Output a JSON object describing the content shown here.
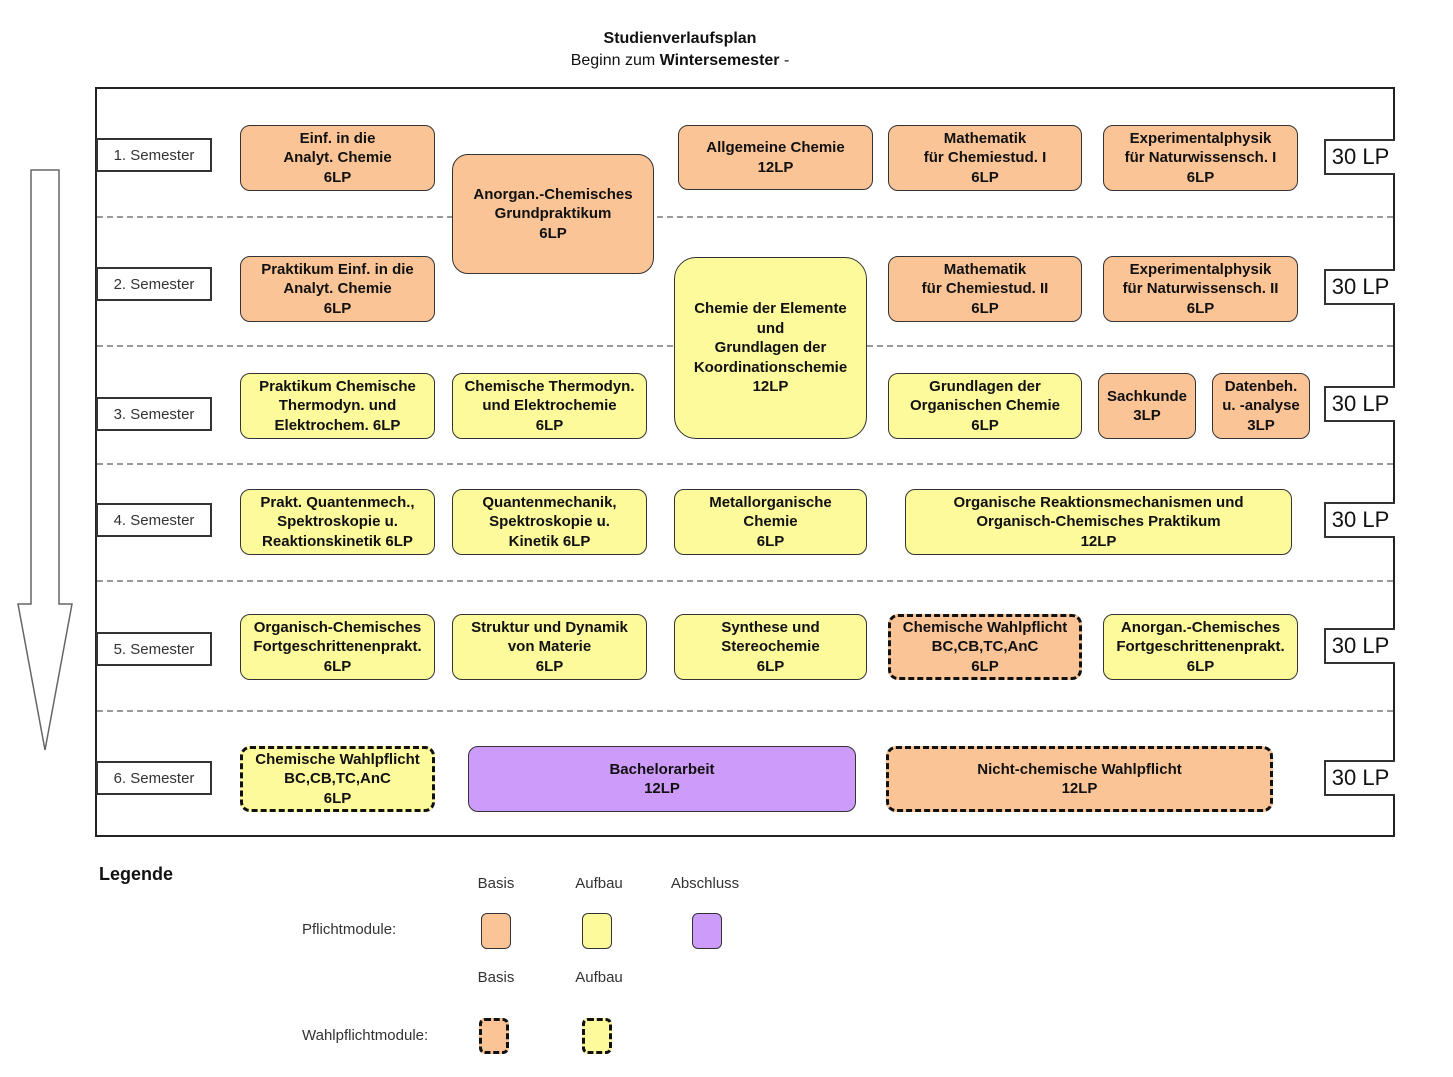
{
  "header": {
    "title": "Studienverlaufsplan",
    "subtitle_prefix": "Beginn zum ",
    "subtitle_bold": "Wintersemester",
    "subtitle_suffix": " -"
  },
  "semesters": [
    {
      "label": "1. Semester",
      "lp": "30 LP"
    },
    {
      "label": "2. Semester",
      "lp": "30 LP"
    },
    {
      "label": "3. Semester",
      "lp": "30 LP"
    },
    {
      "label": "4. Semester",
      "lp": "30 LP"
    },
    {
      "label": "5. Semester",
      "lp": "30 LP"
    },
    {
      "label": "6. Semester",
      "lp": "30 LP"
    }
  ],
  "modules": [
    {
      "lines": [
        "Einf. in die",
        "Analyt. Chemie",
        "6LP"
      ],
      "category": "basis"
    },
    {
      "lines": [
        "Anorgan.-Chemisches",
        "Grundpraktikum",
        "6LP"
      ],
      "category": "basis"
    },
    {
      "lines": [
        "Allgemeine Chemie",
        "12LP"
      ],
      "category": "basis"
    },
    {
      "lines": [
        "Mathematik",
        "für Chemiestud. I",
        "6LP"
      ],
      "category": "basis"
    },
    {
      "lines": [
        "Experimentalphysik",
        "für Naturwissensch. I",
        "6LP"
      ],
      "category": "basis"
    },
    {
      "lines": [
        "Praktikum Einf. in die",
        "Analyt. Chemie",
        "6LP"
      ],
      "category": "basis"
    },
    {
      "lines": [
        "Chemie der Elemente",
        "und",
        "Grundlagen der",
        "Koordinationschemie",
        "12LP"
      ],
      "category": "aufbau"
    },
    {
      "lines": [
        "Mathematik",
        "für Chemiestud. II",
        "6LP"
      ],
      "category": "basis"
    },
    {
      "lines": [
        "Experimentalphysik",
        "für Naturwissensch. II",
        "6LP"
      ],
      "category": "basis"
    },
    {
      "lines": [
        "Praktikum Chemische",
        "Thermodyn. und",
        "Elektrochem. 6LP"
      ],
      "category": "aufbau"
    },
    {
      "lines": [
        "Chemische Thermodyn.",
        "und Elektrochemie",
        "6LP"
      ],
      "category": "aufbau"
    },
    {
      "lines": [
        "Grundlagen der",
        "Organischen Chemie",
        "6LP"
      ],
      "category": "aufbau"
    },
    {
      "lines": [
        "Sachkunde",
        "3LP"
      ],
      "category": "basis"
    },
    {
      "lines": [
        "Datenbeh.",
        "u. -analyse",
        "3LP"
      ],
      "category": "basis"
    },
    {
      "lines": [
        "Prakt. Quantenmech.,",
        "Spektroskopie u.",
        "Reaktionskinetik 6LP"
      ],
      "category": "aufbau"
    },
    {
      "lines": [
        "Quantenmechanik,",
        "Spektroskopie u.",
        "Kinetik 6LP"
      ],
      "category": "aufbau"
    },
    {
      "lines": [
        "Metallorganische",
        "Chemie",
        "6LP"
      ],
      "category": "aufbau"
    },
    {
      "lines": [
        "Organische Reaktionsmechanismen und",
        "Organisch-Chemisches Praktikum",
        "12LP"
      ],
      "category": "aufbau"
    },
    {
      "lines": [
        "Organisch-Chemisches",
        "Fortgeschrittenenprakt.",
        "6LP"
      ],
      "category": "aufbau"
    },
    {
      "lines": [
        "Struktur und Dynamik",
        "von Materie",
        "6LP"
      ],
      "category": "aufbau"
    },
    {
      "lines": [
        "Synthese und",
        "Stereochemie",
        "6LP"
      ],
      "category": "aufbau"
    },
    {
      "lines": [
        "Chemische Wahlpflicht",
        "BC,CB,TC,AnC",
        "6LP"
      ],
      "category": "basis",
      "wahlpflicht": true
    },
    {
      "lines": [
        "Anorgan.-Chemisches",
        "Fortgeschrittenenprakt.",
        "6LP"
      ],
      "category": "aufbau"
    },
    {
      "lines": [
        "Chemische Wahlpflicht",
        "BC,CB,TC,AnC",
        "6LP"
      ],
      "category": "aufbau",
      "wahlpflicht": true
    },
    {
      "lines": [
        "Bachelorarbeit",
        "12LP"
      ],
      "category": "abschluss"
    },
    {
      "lines": [
        "Nicht-chemische Wahlpflicht",
        "12LP"
      ],
      "category": "basis",
      "wahlpflicht": true
    }
  ],
  "colors": {
    "basis": "#fbc496",
    "aufbau": "#fdfa9c",
    "abschluss": "#cd9cfa"
  },
  "legend": {
    "title": "Legende",
    "pflicht_label": "Pflichtmodule:",
    "wahl_label": "Wahlpflichtmodule:",
    "basis": "Basis",
    "aufbau": "Aufbau",
    "abschluss": "Abschluss"
  },
  "icons": {
    "timeline_arrow": "down-arrow-icon"
  }
}
